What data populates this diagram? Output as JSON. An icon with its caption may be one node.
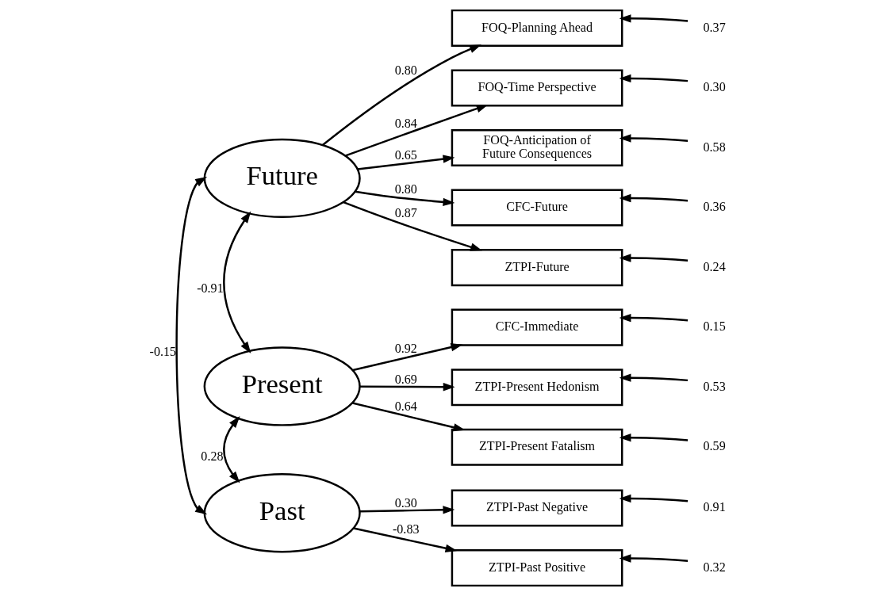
{
  "diagram": {
    "nodes": [
      {
        "text": [
          "Future"
        ]
      },
      {
        "text": [
          "Present"
        ]
      },
      {
        "text": [
          "Past"
        ]
      },
      {
        "text": [
          "FOQ-Planning Ahead"
        ]
      },
      {
        "text": [
          "FOQ-Time Perspective"
        ]
      },
      {
        "text": [
          "FOQ-Anticipation of Future Consequences"
        ]
      },
      {
        "text": [
          "CFC-Future"
        ]
      },
      {
        "text": [
          "ZTPI-Future"
        ]
      },
      {
        "text": [
          "CFC-Immediate"
        ]
      },
      {
        "text": [
          "ZTPI-Present Hedonism"
        ]
      },
      {
        "text": [
          "ZTPI-Present Fatalism"
        ]
      },
      {
        "text": [
          "ZTPI-Past Negative"
        ]
      },
      {
        "text": [
          "ZTPI-Past Positive"
        ]
      },
      {
        "text": [
          "0.37"
        ]
      },
      {
        "text": [
          "0.30"
        ]
      },
      {
        "text": [
          "0.58"
        ]
      },
      {
        "text": [
          "0.36"
        ]
      },
      {
        "text": [
          "0.24"
        ]
      },
      {
        "text": [
          "0.15"
        ]
      },
      {
        "text": [
          "0.53"
        ]
      },
      {
        "text": [
          "0.59"
        ]
      },
      {
        "text": [
          "0.91"
        ]
      },
      {
        "text": [
          "0.32"
        ]
      }
    ],
    "edges": [
      {
        "from": 0,
        "to": 3,
        "arrow": "to",
        "label": "0.80"
      },
      {
        "from": 0,
        "to": 4,
        "arrow": "to",
        "label": "0.84"
      },
      {
        "from": 0,
        "to": 5,
        "arrow": "to",
        "label": "0.65"
      },
      {
        "from": 0,
        "to": 6,
        "arrow": "to",
        "label": "0.80"
      },
      {
        "from": 0,
        "to": 7,
        "arrow": "to",
        "label": "0.87"
      },
      {
        "from": 1,
        "to": 8,
        "arrow": "to",
        "label": "0.92"
      },
      {
        "from": 1,
        "to": 9,
        "arrow": "to",
        "label": "0.69"
      },
      {
        "from": 1,
        "to": 10,
        "arrow": "to",
        "label": "0.64"
      },
      {
        "from": 2,
        "to": 11,
        "arrow": "to",
        "label": "0.30"
      },
      {
        "from": 2,
        "to": 12,
        "arrow": "to",
        "label": "-0.83"
      },
      {
        "from": 13,
        "to": 3,
        "arrow": "to"
      },
      {
        "from": 14,
        "to": 4,
        "arrow": "to"
      },
      {
        "from": 15,
        "to": 5,
        "arrow": "to"
      },
      {
        "from": 16,
        "to": 6,
        "arrow": "to"
      },
      {
        "from": 17,
        "to": 7,
        "arrow": "to"
      },
      {
        "from": 18,
        "to": 8,
        "arrow": "to"
      },
      {
        "from": 19,
        "to": 9,
        "arrow": "to"
      },
      {
        "from": 20,
        "to": 10,
        "arrow": "to"
      },
      {
        "from": 21,
        "to": 11,
        "arrow": "to"
      },
      {
        "from": 22,
        "to": 12,
        "arrow": "to"
      },
      {
        "from": 0,
        "to": 1,
        "arrow": "both",
        "label": "-0.91"
      },
      {
        "from": 1,
        "to": 2,
        "arrow": "both",
        "label": "0.28"
      },
      {
        "from": 0,
        "to": 2,
        "arrow": "both",
        "label": "-0.15"
      }
    ]
  }
}
